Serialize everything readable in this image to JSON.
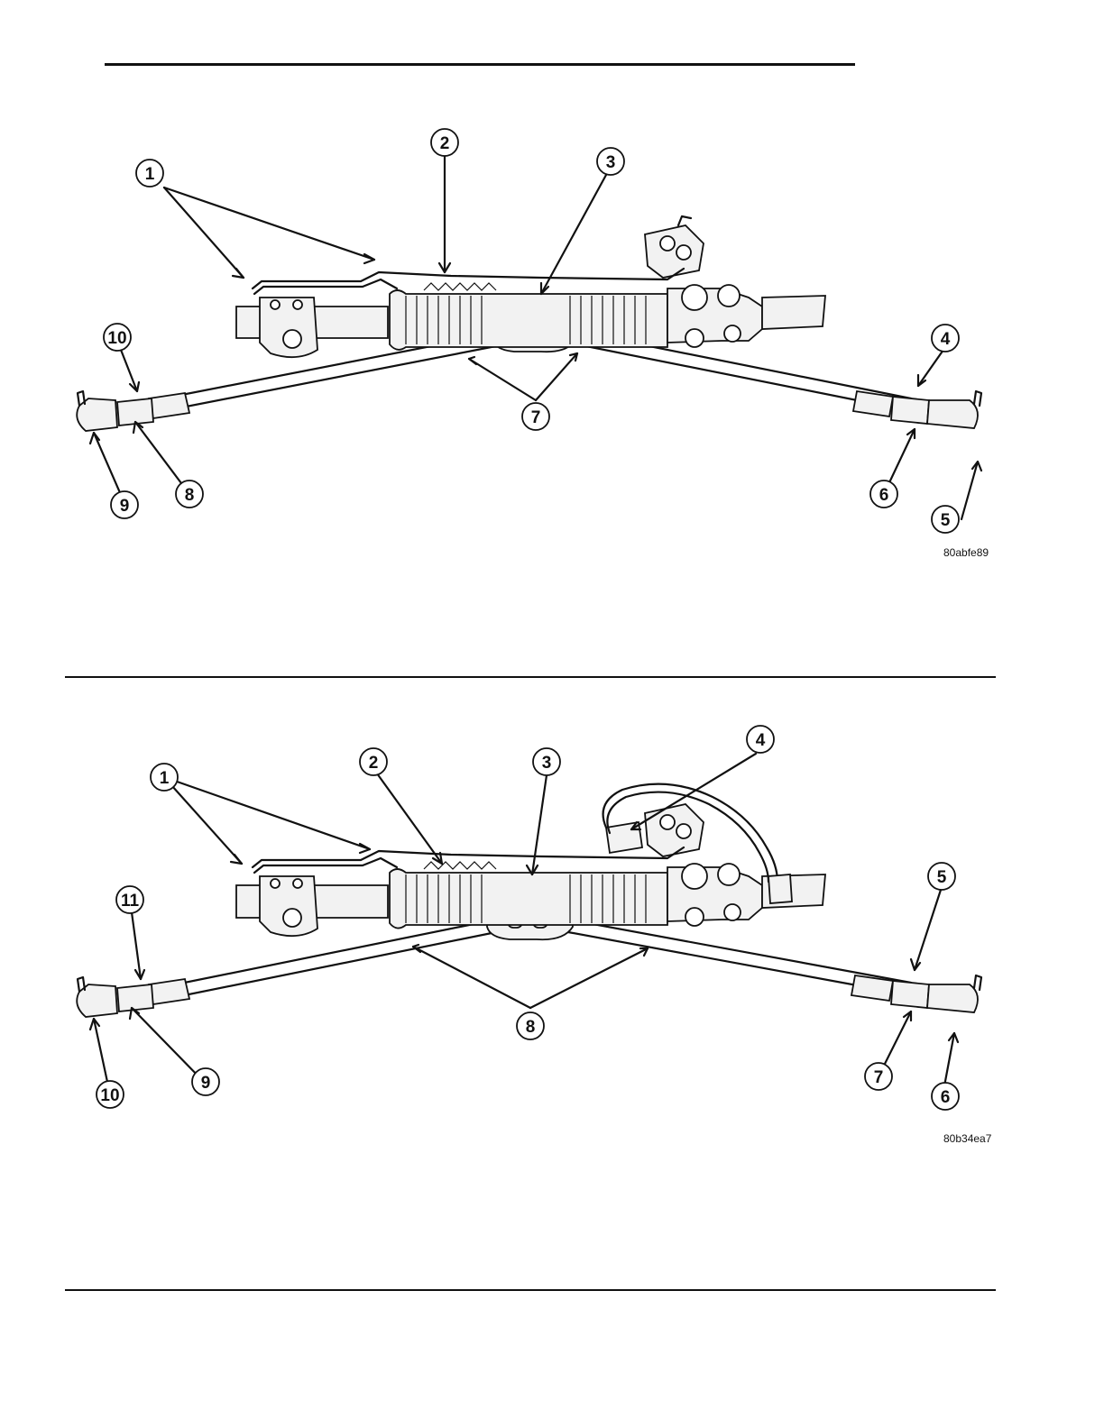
{
  "figures": [
    {
      "code": "80abfe89",
      "callouts": [
        "1",
        "2",
        "3",
        "4",
        "5",
        "6",
        "7",
        "8",
        "9",
        "10"
      ]
    },
    {
      "code": "80b34ea7",
      "callouts": [
        "1",
        "2",
        "3",
        "4",
        "5",
        "6",
        "7",
        "8",
        "9",
        "10",
        "11"
      ]
    }
  ]
}
